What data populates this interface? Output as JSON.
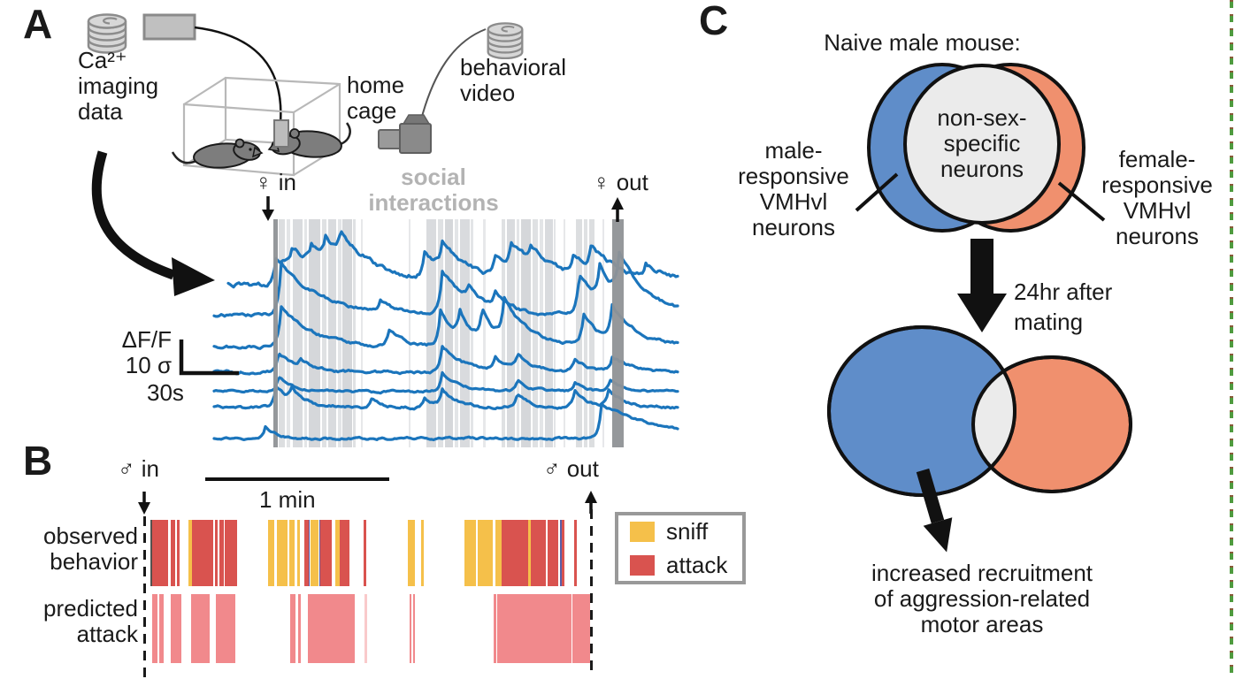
{
  "panel_a": {
    "label": "A",
    "ca_imaging_label": "Ca²⁺\nimaging\ndata",
    "home_cage_label": "home\ncage",
    "behavioral_video_label": "behavioral\nvideo",
    "social_interactions_label": "social\ninteractions",
    "female_in_label": "♀ in",
    "female_out_label": "♀ out",
    "scalebar_y_label": "ΔF/F\n10 σ",
    "scalebar_x_label": "30s",
    "trace_color": "#1b75bc",
    "band_color": "#b9bdc2",
    "dark_band_color": "#8f9296",
    "trace_x_range": [
      242,
      766
    ],
    "band_y_range": [
      248,
      506
    ],
    "bands": [
      [
        315,
        7,
        0.5
      ],
      [
        324,
        4,
        0.4
      ],
      [
        331,
        11,
        0.55
      ],
      [
        344,
        3,
        0.4
      ],
      [
        349,
        13,
        0.6
      ],
      [
        364,
        5,
        0.45
      ],
      [
        371,
        9,
        0.55
      ],
      [
        382,
        4,
        0.4
      ],
      [
        387,
        11,
        0.6
      ],
      [
        399,
        3,
        0.45
      ],
      [
        408,
        2,
        0.35
      ],
      [
        462,
        2,
        0.35
      ],
      [
        482,
        11,
        0.55
      ],
      [
        495,
        6,
        0.45
      ],
      [
        503,
        9,
        0.6
      ],
      [
        514,
        4,
        0.4
      ],
      [
        520,
        11,
        0.55
      ],
      [
        532,
        3,
        0.4
      ],
      [
        546,
        3,
        0.35
      ],
      [
        567,
        4,
        0.45
      ],
      [
        573,
        9,
        0.55
      ],
      [
        584,
        3,
        0.4
      ],
      [
        589,
        11,
        0.6
      ],
      [
        602,
        6,
        0.45
      ],
      [
        610,
        4,
        0.4
      ],
      [
        616,
        9,
        0.55
      ],
      [
        626,
        2,
        0.4
      ],
      [
        637,
        2,
        0.35
      ],
      [
        651,
        7,
        0.5
      ],
      [
        660,
        4,
        0.45
      ],
      [
        666,
        6,
        0.5
      ],
      [
        681,
        2,
        0.35
      ]
    ],
    "dark_bands": [
      [
        309,
        5
      ],
      [
        692,
        13
      ]
    ],
    "traces": [
      {
        "base": 322,
        "noise": 2.0,
        "start": 258,
        "events": [
          [
            312,
            30,
            60
          ],
          [
            330,
            20,
            40
          ],
          [
            352,
            18,
            30
          ],
          [
            368,
            25,
            25
          ],
          [
            385,
            30,
            50
          ],
          [
            480,
            28,
            30
          ],
          [
            500,
            30,
            40
          ],
          [
            560,
            22,
            30
          ],
          [
            578,
            30,
            35
          ],
          [
            600,
            20,
            40
          ],
          [
            648,
            22,
            30
          ],
          [
            668,
            25,
            45
          ],
          [
            730,
            15,
            40
          ]
        ]
      },
      {
        "base": 356,
        "noise": 1.4,
        "start": 242,
        "events": [
          [
            318,
            58,
            45
          ],
          [
            430,
            12,
            15
          ],
          [
            500,
            50,
            30
          ],
          [
            530,
            15,
            15
          ],
          [
            560,
            18,
            15
          ],
          [
            655,
            45,
            25
          ],
          [
            678,
            40,
            25
          ],
          [
            700,
            48,
            35
          ]
        ]
      },
      {
        "base": 392,
        "noise": 1.3,
        "start": 242,
        "events": [
          [
            318,
            45,
            35
          ],
          [
            440,
            18,
            15
          ],
          [
            498,
            40,
            20
          ],
          [
            520,
            28,
            15
          ],
          [
            545,
            35,
            18
          ],
          [
            570,
            45,
            30
          ],
          [
            660,
            35,
            20
          ],
          [
            692,
            40,
            30
          ]
        ]
      },
      {
        "base": 421,
        "noise": 1.2,
        "start": 242,
        "events": [
          [
            315,
            22,
            20
          ],
          [
            340,
            10,
            15
          ],
          [
            500,
            30,
            25
          ],
          [
            560,
            14,
            15
          ],
          [
            585,
            18,
            20
          ],
          [
            650,
            14,
            15
          ],
          [
            692,
            16,
            25
          ]
        ]
      },
      {
        "base": 443,
        "noise": 1.0,
        "start": 242,
        "events": [
          [
            315,
            16,
            18
          ],
          [
            500,
            22,
            20
          ],
          [
            585,
            12,
            15
          ],
          [
            650,
            10,
            12
          ],
          [
            690,
            12,
            15
          ]
        ]
      },
      {
        "base": 461,
        "noise": 1.2,
        "start": 242,
        "events": [
          [
            312,
            25,
            20
          ],
          [
            330,
            12,
            15
          ],
          [
            420,
            10,
            12
          ],
          [
            480,
            10,
            12
          ],
          [
            500,
            18,
            18
          ],
          [
            585,
            15,
            15
          ],
          [
            650,
            18,
            15
          ],
          [
            688,
            20,
            18
          ]
        ]
      },
      {
        "base": 496,
        "noise": 1.0,
        "start": 242,
        "events": [
          [
            300,
            14,
            12
          ],
          [
            680,
            38,
            70
          ]
        ]
      }
    ]
  },
  "panel_b": {
    "label": "B",
    "male_in_label": "♂ in",
    "male_out_label": "♂ out",
    "scalebar_label": "1 min",
    "observed_label": "observed\nbehavior",
    "predicted_label": "predicted\nattack",
    "legend_items": [
      {
        "label": "sniff",
        "color": "#f5c04a"
      },
      {
        "label": "attack",
        "color": "#d9534f"
      }
    ],
    "colors": {
      "sniff": "#f5c04a",
      "attack": "#d9534f",
      "predicted": "#f1898c",
      "sliver": "#5b5ea6",
      "dark": "#55524e"
    },
    "observed_bars": [
      [
        0,
        0.5,
        "d"
      ],
      [
        0.5,
        1.0,
        "r"
      ],
      [
        1.4,
        2.6,
        "r"
      ],
      [
        4.6,
        1.0,
        "r"
      ],
      [
        6.0,
        0.7,
        "r"
      ],
      [
        8.7,
        0.8,
        "y"
      ],
      [
        9.5,
        4.8,
        "r"
      ],
      [
        14.7,
        0.6,
        "r"
      ],
      [
        15.7,
        1.0,
        "r"
      ],
      [
        16.9,
        2.8,
        "r"
      ],
      [
        26.8,
        1.4,
        "y"
      ],
      [
        28.8,
        2.4,
        "y"
      ],
      [
        31.6,
        1.2,
        "y"
      ],
      [
        33.4,
        0.6,
        "y"
      ],
      [
        35.0,
        1.0,
        "r"
      ],
      [
        36.0,
        0.3,
        "p"
      ],
      [
        36.4,
        1.8,
        "y"
      ],
      [
        38.4,
        0.3,
        "p"
      ],
      [
        38.7,
        2.5,
        "r"
      ],
      [
        42.0,
        1.0,
        "y"
      ],
      [
        43.0,
        2.3,
        "r"
      ],
      [
        48.5,
        0.5,
        "r"
      ],
      [
        58.6,
        1.6,
        "y"
      ],
      [
        61.6,
        0.6,
        "y"
      ],
      [
        71.4,
        2.6,
        "y"
      ],
      [
        74.4,
        3.4,
        "y"
      ],
      [
        78.5,
        1.4,
        "y"
      ],
      [
        79.9,
        6.0,
        "r"
      ],
      [
        85.9,
        0.6,
        "y"
      ],
      [
        86.5,
        3.4,
        "r"
      ],
      [
        90.3,
        2.4,
        "r"
      ],
      [
        93.2,
        0.4,
        "p"
      ],
      [
        93.6,
        0.5,
        "r"
      ],
      [
        96.4,
        0.5,
        "r"
      ]
    ],
    "predicted_bars": [
      [
        0.4,
        1.2,
        1
      ],
      [
        2.0,
        1.0,
        1
      ],
      [
        4.6,
        2.4,
        1
      ],
      [
        9.3,
        4.2,
        1
      ],
      [
        14.9,
        4.4,
        1
      ],
      [
        31.8,
        1.2,
        1
      ],
      [
        33.6,
        0.6,
        1
      ],
      [
        35.8,
        10.7,
        1
      ],
      [
        48.7,
        0.6,
        0.45
      ],
      [
        58.9,
        0.5,
        1
      ],
      [
        59.7,
        0.4,
        1
      ],
      [
        78.1,
        0.6,
        1
      ],
      [
        78.9,
        16.9,
        1
      ],
      [
        96.0,
        4.0,
        1
      ]
    ]
  },
  "panel_c": {
    "label": "C",
    "title": "Naive male mouse:",
    "center_label": "non-sex-\nspecific\nneurons",
    "left_label": "male-\nresponsive\nVMHvl\nneurons",
    "right_label": "female-\nresponsive\nVMHvl\nneurons",
    "arrow_label": "24hr after\nmating",
    "bottom_label": "increased recruitment\nof aggression-related\nmotor areas",
    "colors": {
      "male": "#5f8dc9",
      "female": "#f0906e",
      "overlap": "#ebebeb"
    }
  }
}
